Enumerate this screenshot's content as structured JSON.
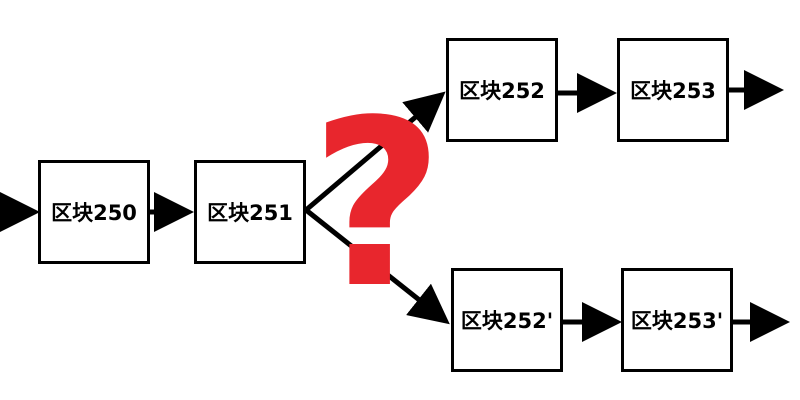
{
  "colors": {
    "line": "#000000",
    "question_mark": "#e8262d",
    "background": "#ffffff"
  },
  "blocks": {
    "b250": "区块250",
    "b251": "区块251",
    "b252_top": "区块252",
    "b253_top": "区块253",
    "b252_bottom": "区块252'",
    "b253_bottom": "区块253'"
  },
  "question_mark": "?",
  "icons": {
    "arrow": "arrow-right-icon",
    "question": "question-mark-icon"
  }
}
